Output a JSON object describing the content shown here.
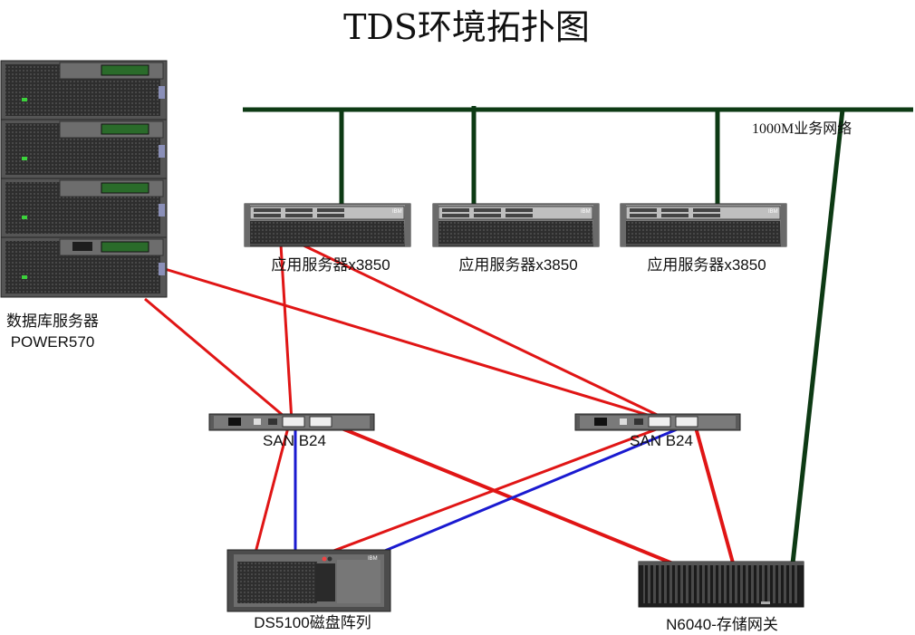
{
  "title": "TDS环境拓扑图",
  "network": {
    "label": "1000M业务网络"
  },
  "devices": {
    "db_server": {
      "label_line1": "数据库服务器",
      "label_line2": "POWER570"
    },
    "app_server_1": {
      "label": "应用服务器x3850"
    },
    "app_server_2": {
      "label": "应用服务器x3850"
    },
    "app_server_3": {
      "label": "应用服务器x3850"
    },
    "san_switch_1": {
      "label": "SAN B24"
    },
    "san_switch_2": {
      "label": "SAN B24"
    },
    "disk_array": {
      "label": "DS5100磁盘阵列"
    },
    "storage_gateway": {
      "label": "N6040-存储网关"
    }
  },
  "colors": {
    "network": "#0d3a14",
    "fc_red": "#e01515",
    "fc_blue": "#1a1ad0",
    "device_dark": "#3a3a3a"
  }
}
